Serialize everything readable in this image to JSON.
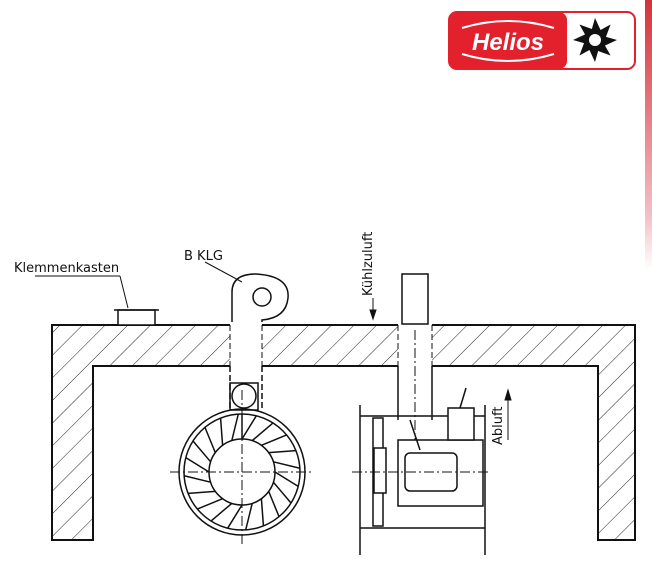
{
  "logo": {
    "brand": "Helios",
    "color": "#e2212c"
  },
  "labels": {
    "terminal_box": "Klemmenkasten",
    "fan_model": "B KLG",
    "cooling_air_in": "Kühlzuluft",
    "exhaust_air": "Abluft"
  }
}
